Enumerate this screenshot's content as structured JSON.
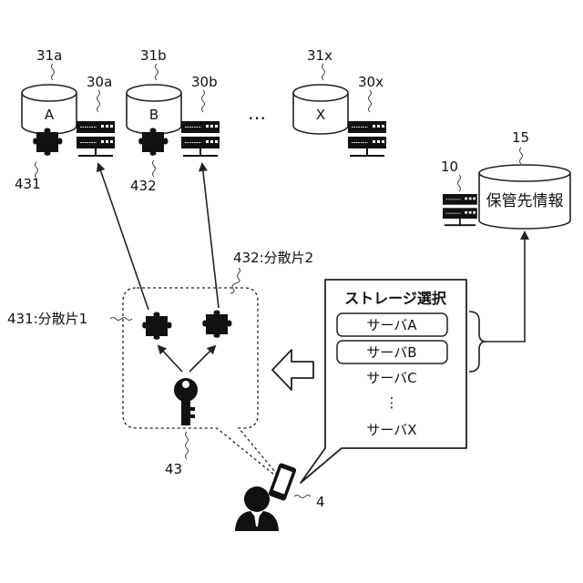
{
  "refs": {
    "db_a": "31a",
    "srv_a": "30a",
    "db_b": "31b",
    "srv_b": "30b",
    "db_x": "31x",
    "srv_x": "30x",
    "info": "15",
    "user_device": "10",
    "piece1": "431",
    "piece2": "432",
    "key": "43",
    "user": "4"
  },
  "storage": {
    "a_label": "A",
    "b_label": "B",
    "x_label": "X",
    "ellipsis": "…"
  },
  "info_db_label": "保管先情報",
  "shards": {
    "label1": "431:分散片1",
    "label2": "432:分散片2"
  },
  "selection": {
    "title": "ストレージ選択",
    "servers": [
      "サーバA",
      "サーバB",
      "サーバC",
      "⋮",
      "サーバX"
    ]
  },
  "colors": {
    "ink": "#111111",
    "fill": "#ffffff"
  },
  "icons": [
    "server-icon",
    "puzzle-piece-icon",
    "key-icon",
    "smartphone-icon",
    "user-icon",
    "block-arrow-icon"
  ]
}
